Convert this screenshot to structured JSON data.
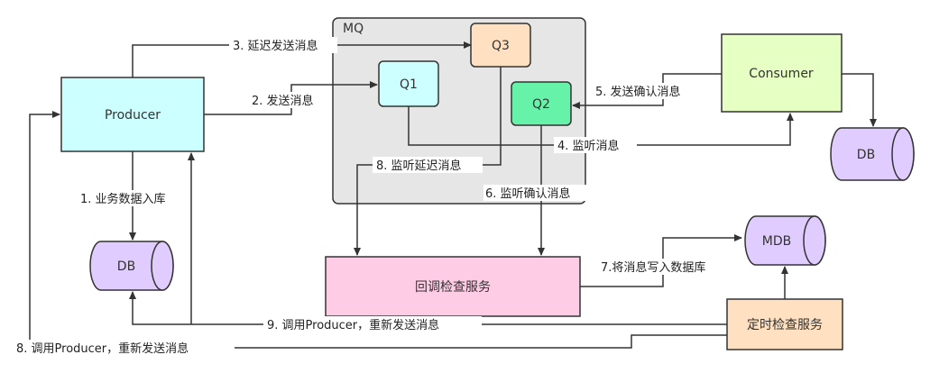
{
  "mq": {
    "title": "MQ"
  },
  "nodes": {
    "producer": "Producer",
    "q1": "Q1",
    "q2": "Q2",
    "q3": "Q3",
    "consumer": "Consumer",
    "db_left": "DB",
    "db_right": "DB",
    "mdb": "MDB",
    "callback_service": "回调检查服务",
    "timer_service": "定时检查服务"
  },
  "edges": {
    "e1": "1. 业务数据入库",
    "e2": "2. 发送消息",
    "e3": "3. 延迟发送消息",
    "e4": "4. 监听消息",
    "e5": "5. 发送确认消息",
    "e6": "6. 监听确认消息",
    "e7": "7.将消息写入数据库",
    "e8a": "8. 监听延迟消息",
    "e8b": "8. 调用Producer，重新发送消息",
    "e9": "9. 调用Producer，重新发送消息"
  },
  "colors": {
    "producer": "#ccffff",
    "q1": "#ccffff",
    "q2": "#66f2a8",
    "q3": "#ffe0c0",
    "consumer": "#e6ffc2",
    "db": "#e0ccff",
    "callback": "#ffcce6",
    "timer": "#ffe0c0",
    "mq": "#e6e6e6",
    "stroke": "#333333"
  }
}
